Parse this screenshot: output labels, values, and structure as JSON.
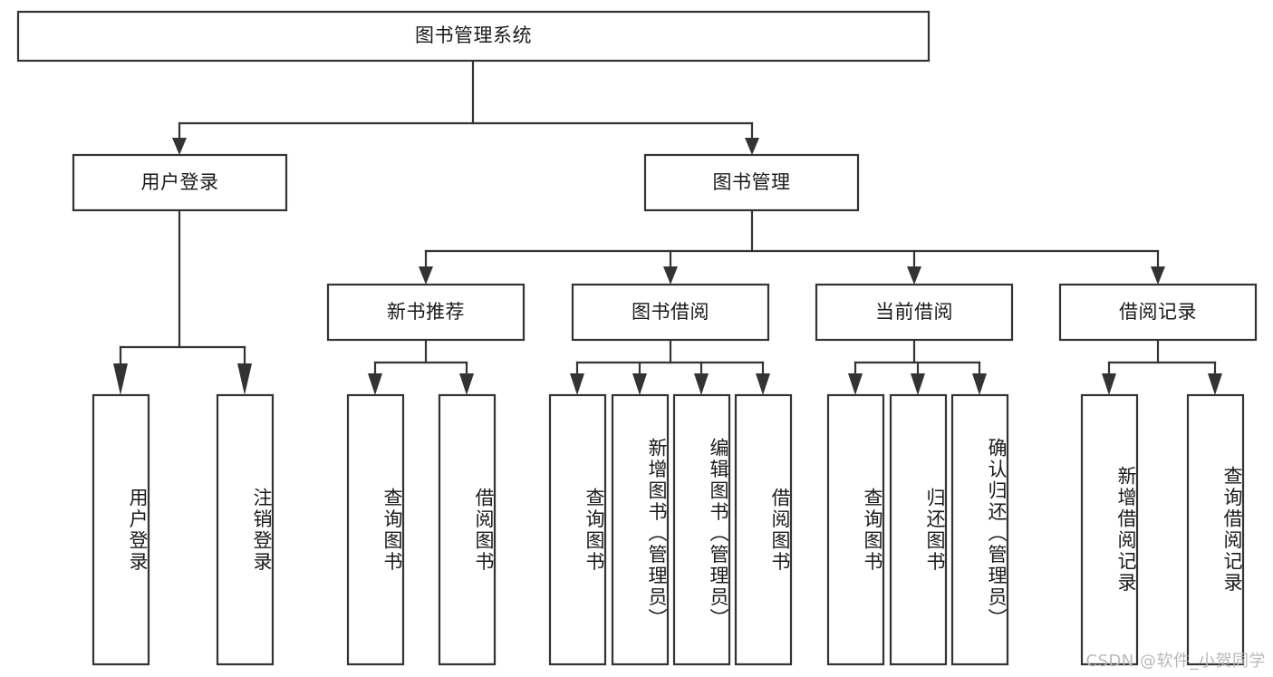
{
  "diagram": {
    "type": "tree",
    "title": "图书管理系统",
    "watermark": "CSDN @软件_小贺同学",
    "colors": {
      "box_fill": "#ffffff",
      "box_stroke": "#333333",
      "text": "#1a1a1a",
      "watermark": "#b9b9b9",
      "background": "#ffffff"
    },
    "root": {
      "label": "图书管理系统"
    },
    "level2": [
      {
        "label": "用户登录"
      },
      {
        "label": "图书管理"
      }
    ],
    "level3": [
      {
        "label": "新书推荐"
      },
      {
        "label": "图书借阅"
      },
      {
        "label": "当前借阅"
      },
      {
        "label": "借阅记录"
      }
    ],
    "leaves": {
      "user_login": [
        {
          "label": "用户登录"
        },
        {
          "label": "注销登录"
        }
      ],
      "new_book_recommend": [
        {
          "label": "查询图书"
        },
        {
          "label": "借阅图书"
        }
      ],
      "book_borrow": [
        {
          "label": "查询图书"
        },
        {
          "label": "新增图书（管理员）"
        },
        {
          "label": "编辑图书（管理员）"
        },
        {
          "label": "借阅图书"
        }
      ],
      "current_borrow": [
        {
          "label": "查询图书"
        },
        {
          "label": "归还图书"
        },
        {
          "label": "确认归还（管理员）"
        }
      ],
      "borrow_record": [
        {
          "label": "新增借阅记录"
        },
        {
          "label": "查询借阅记录"
        }
      ]
    }
  }
}
